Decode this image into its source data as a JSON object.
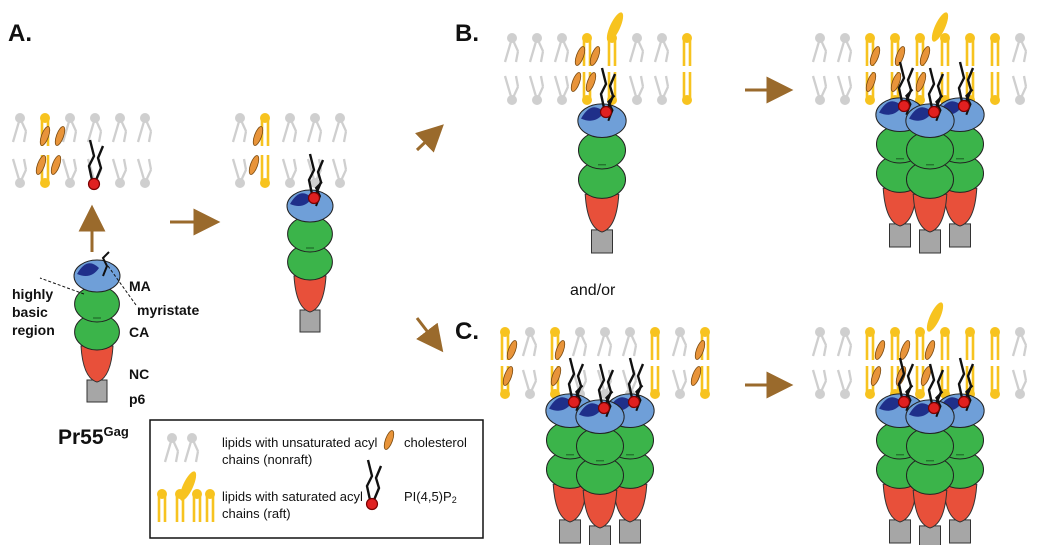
{
  "panels": {
    "a": "A.",
    "b": "B.",
    "c": "C."
  },
  "connector": "and/or",
  "gag": {
    "title": "Pr55",
    "title_sup": "Gag",
    "domains": {
      "ma": "MA",
      "ca": "CA",
      "nc": "NC",
      "p6": "p6"
    },
    "annotations": {
      "basic_region": "highly basic region",
      "myristate": "myristate"
    }
  },
  "legend": {
    "unsaturated": "lipids with unsaturated acyl chains (nonraft)",
    "saturated": "lipids with saturated acyl chains (raft)",
    "cholesterol": "cholesterol",
    "pip2": "PI(4,5)P",
    "pip2_sub": "2"
  },
  "colors": {
    "nonraft_lipid": "#cfcfcf",
    "raft_lipid": "#f7c31f",
    "cholesterol": "#e8943a",
    "ma": "#6f9fd8",
    "basic_region": "#1f2f8a",
    "ca": "#3bb44a",
    "nc": "#e8503a",
    "p6": "#a6a6a6",
    "pip2_head": "#e02020",
    "arrow": "#9a6a2c"
  }
}
